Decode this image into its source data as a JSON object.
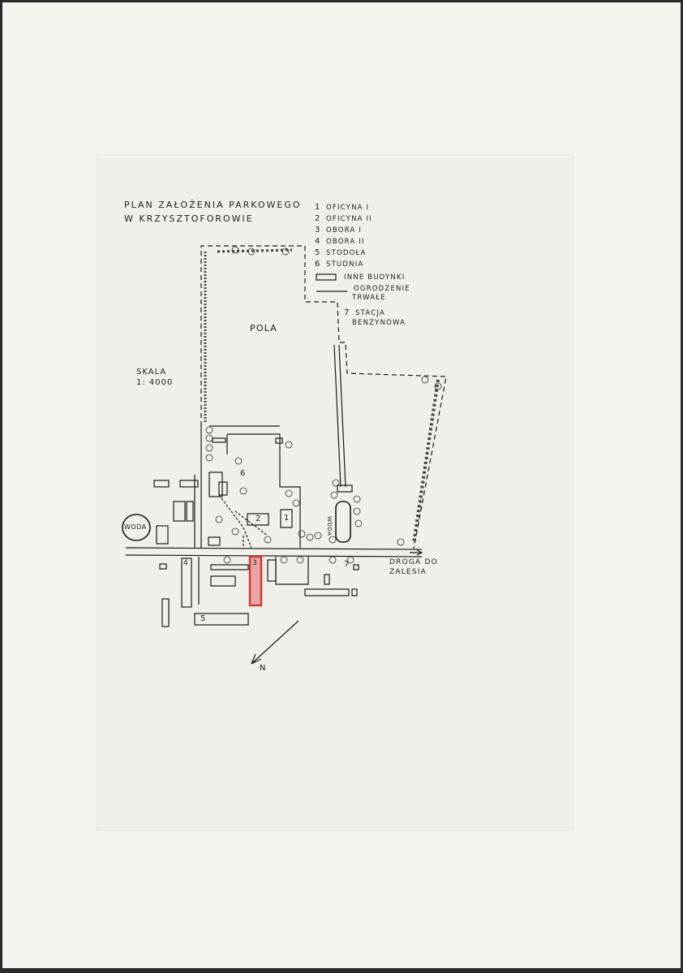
{
  "title": {
    "line1": "PLAN ZAŁOŻENIA PARKOWEGO",
    "line2": "W   KRZYSZTOFOROWIE"
  },
  "scale": {
    "line1": "SKALA",
    "line2": "1: 4000"
  },
  "legend": {
    "items": [
      {
        "num": "1",
        "label": "OFICYNA I"
      },
      {
        "num": "2",
        "label": "OFICYNA II"
      },
      {
        "num": "3",
        "label": "OBORA I"
      },
      {
        "num": "4",
        "label": "OBORA II"
      },
      {
        "num": "5",
        "label": "STODOŁA"
      },
      {
        "num": "6",
        "label": "STUDNIA"
      }
    ],
    "other_buildings": "INNE BUDYNKI",
    "fence_line1": "OGRODZENIE",
    "fence_line2": "TRWAŁE",
    "station_num": "7",
    "station_line1": "STACJA",
    "station_line2": "BENZYNOWA"
  },
  "labels": {
    "fields": "POLA",
    "water_left": "WODA",
    "water_right": "WODA",
    "road_line1": "DROGA DO",
    "road_line2": "ZALESIA",
    "north": "N",
    "b1": "1",
    "b2": "2",
    "b3": "3",
    "b4": "4",
    "b5": "5",
    "well": "6",
    "station": "7"
  },
  "colors": {
    "highlight": "#d23a3a",
    "ink": "#1a1a1a",
    "paper": "#f1efe9"
  }
}
